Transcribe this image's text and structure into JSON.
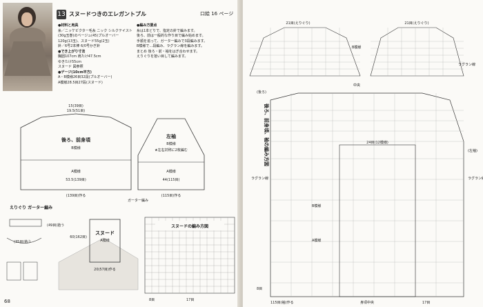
{
  "left_page": {
    "pattern_number": "13",
    "title": "スヌードつきのエレガントプル",
    "page_ref": "口絵 16 ページ",
    "materials": {
      "heading": "●材料と用具",
      "lines": [
        "糸／ニッケビクター毛糸 ニック シルクテイスト(30g玉巻)のベージュ(45)プルオーバー",
        "120g(13玉)、スヌード55g(2玉)",
        "針／6号2本棒 6/0号かぎ針"
      ],
      "size_heading": "●でき上がり寸法",
      "size_lines": [
        "胸囲107cm 肩たけ47.5cm",
        "ゆきたけ55cm",
        "スヌード 図参照"
      ],
      "gauge_heading": "●ゲージ(10cm平方)",
      "gauge_lines": [
        "A・B模様26目32段(プルオーバー)",
        "A模様28.5目27段(スヌード)"
      ]
    },
    "steps": {
      "heading": "●編み方要点",
      "lines": [
        "糸は1本どりで、指定の針で編みます。",
        "後ろ、前は一般的な作り目で編み始めます。",
        "手順を追って、ガーター編みで3段編みます。",
        "B模様で…段編み、ラグラン線を編みます。",
        "まとめ 後ろ・前・袖をはぎ合わせます。",
        "えりぐりを拾い目して編みます。"
      ]
    },
    "page_number": "68",
    "diagrams": {
      "body_title": "後ろ、前身頃",
      "body_pattern": "B模様",
      "body_a_pattern": "A模様",
      "body_width": "53.5(139目)",
      "body_cast": "(139目)作る",
      "top_dims": "15(39目)",
      "neck_dim": "19.5(51目)",
      "sleeve_title": "左袖",
      "sleeve_pattern": "B模様",
      "sleeve_note": "★左右対称に2枚編む",
      "sleeve_a_pattern": "A模様",
      "sleeve_width": "44(115目)",
      "sleeve_cast": "(115目)作る",
      "garter_label": "ガーター編み",
      "collar_title": "えりぐり ガーター編み",
      "collar_note1": "(49目)拾う",
      "collar_note2": "(35目)拾う",
      "snood_title": "スヌード",
      "snood_pattern": "A模様",
      "snood_dim": "60(162目)",
      "snood_width": "20(57目)作る",
      "snood_chart_title": "スヌードの編み方図",
      "snood_8b": "8目",
      "snood_17b": "17目"
    }
  },
  "right_page": {
    "section_title": "後ろ、前身頃、袖の編み方図",
    "top_left_label": "21目(えりぐり)",
    "top_right_label": "21目(えりぐり)",
    "b_pattern": "B模様",
    "center_label": "中央",
    "back_label": "(後ろ)",
    "raglan_label": "ラグラン線",
    "count_24": "24目(12模様)",
    "sleeve_label": "(左袖)",
    "cast_label": "115目(袖)作る",
    "body_label": "身頃中央",
    "a_pattern": "A模様",
    "b_pattern_vert": "B模様",
    "eight_label": "8目",
    "seventeen_label": "17目"
  }
}
